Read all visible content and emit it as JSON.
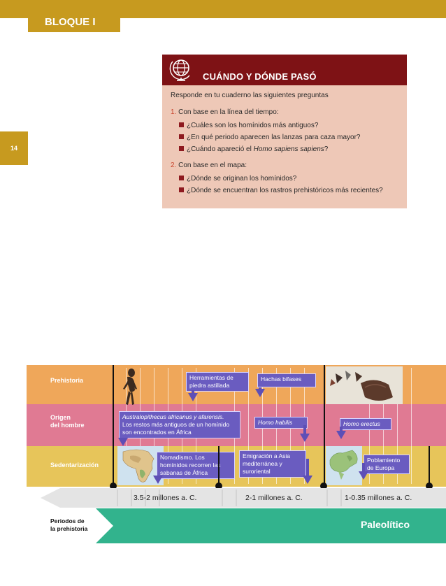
{
  "header": {
    "bloque": "BLOQUE I",
    "page_number": "14"
  },
  "card": {
    "icon": "globe-icon",
    "title": "CUÁNDO Y DÓNDE PASÓ",
    "intro": "Responde en tu cuaderno las siguientes preguntas",
    "q1": {
      "num": "1.",
      "text": "Con base en la línea del tiempo:",
      "items": [
        "¿Cuáles son los homínidos más antiguos?",
        "¿En qué periodo aparecen las lanzas para caza mayor?",
        "¿Cuándo apareció el",
        "Homo sapiens sapiens",
        "?"
      ]
    },
    "q2": {
      "num": "2.",
      "text": "Con base en el mapa:",
      "items": [
        "¿Dónde se originan los homínidos?",
        "¿Dónde se encuentran los rastros prehistóricos más recientes?"
      ]
    }
  },
  "timeline": {
    "bands": {
      "prehistoria": "Prehistoria",
      "origen_1": "Origen",
      "origen_2": "del hombre",
      "sedentarizacion": "Sedentarización"
    },
    "notes": {
      "herramientas": "Herramientas de piedra astillada",
      "hachas": "Hachas bifases",
      "australo_italic": "Australopithecus africanus y afarensis.",
      "australo_text": "Los restos más antiguos de un homínido son encontrados en África",
      "habilis": "Homo habilis",
      "erectus": "Homo erectus",
      "nomadismo": "Nomadismo. Los homínidos recorren las sabanas de África",
      "emigracion": "Emigración a Asia mediterránea y suroriental",
      "poblamiento": "Poblamiento de Europa"
    },
    "dates": [
      "3.5-2 millones a. C.",
      "2-1 millones a. C.",
      "1-0.35 millones  a. C."
    ]
  },
  "periods": {
    "label_1": "Periodos de",
    "label_2": "la prehistoria",
    "paleolitico": "Paleolítico"
  },
  "colors": {
    "gold": "#c79a1f",
    "card_header": "#7e1215",
    "card_bg": "#eec8b7",
    "prehistoria": "#efa75a",
    "origen": "#e07a93",
    "sedentarizacion": "#e7c55a",
    "note": "#6a5cc0",
    "paleolitico": "#32b38d"
  }
}
